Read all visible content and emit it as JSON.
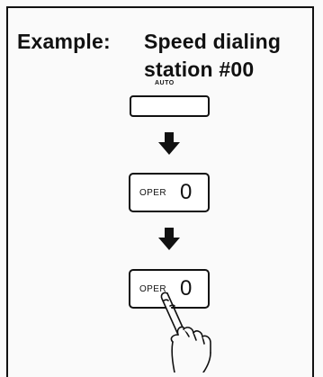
{
  "title": {
    "prefix": "Example:",
    "line1": "Speed dialing",
    "line2": "station #00"
  },
  "auto_key": {
    "label": "AUTO"
  },
  "oper_keys": [
    {
      "text": "OPER",
      "digit": "0"
    },
    {
      "text": "OPER",
      "digit": "0"
    }
  ],
  "icons": {
    "arrow": "down-arrow-icon",
    "hand": "pointing-hand-icon"
  },
  "colors": {
    "ink": "#111111",
    "paper": "#fafafa"
  }
}
